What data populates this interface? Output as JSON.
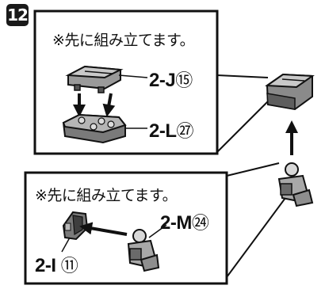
{
  "step": {
    "number": "12"
  },
  "upper_panel": {
    "note": "※先に組み立てます。",
    "parts": [
      {
        "code": "2-J",
        "number": "⑮"
      },
      {
        "code": "2-L",
        "number": "㉗"
      }
    ]
  },
  "lower_panel": {
    "note": "※先に組み立てます。",
    "parts": [
      {
        "code": "2-M",
        "number": "㉔"
      },
      {
        "code": "2-I",
        "number": "⑪"
      }
    ]
  }
}
